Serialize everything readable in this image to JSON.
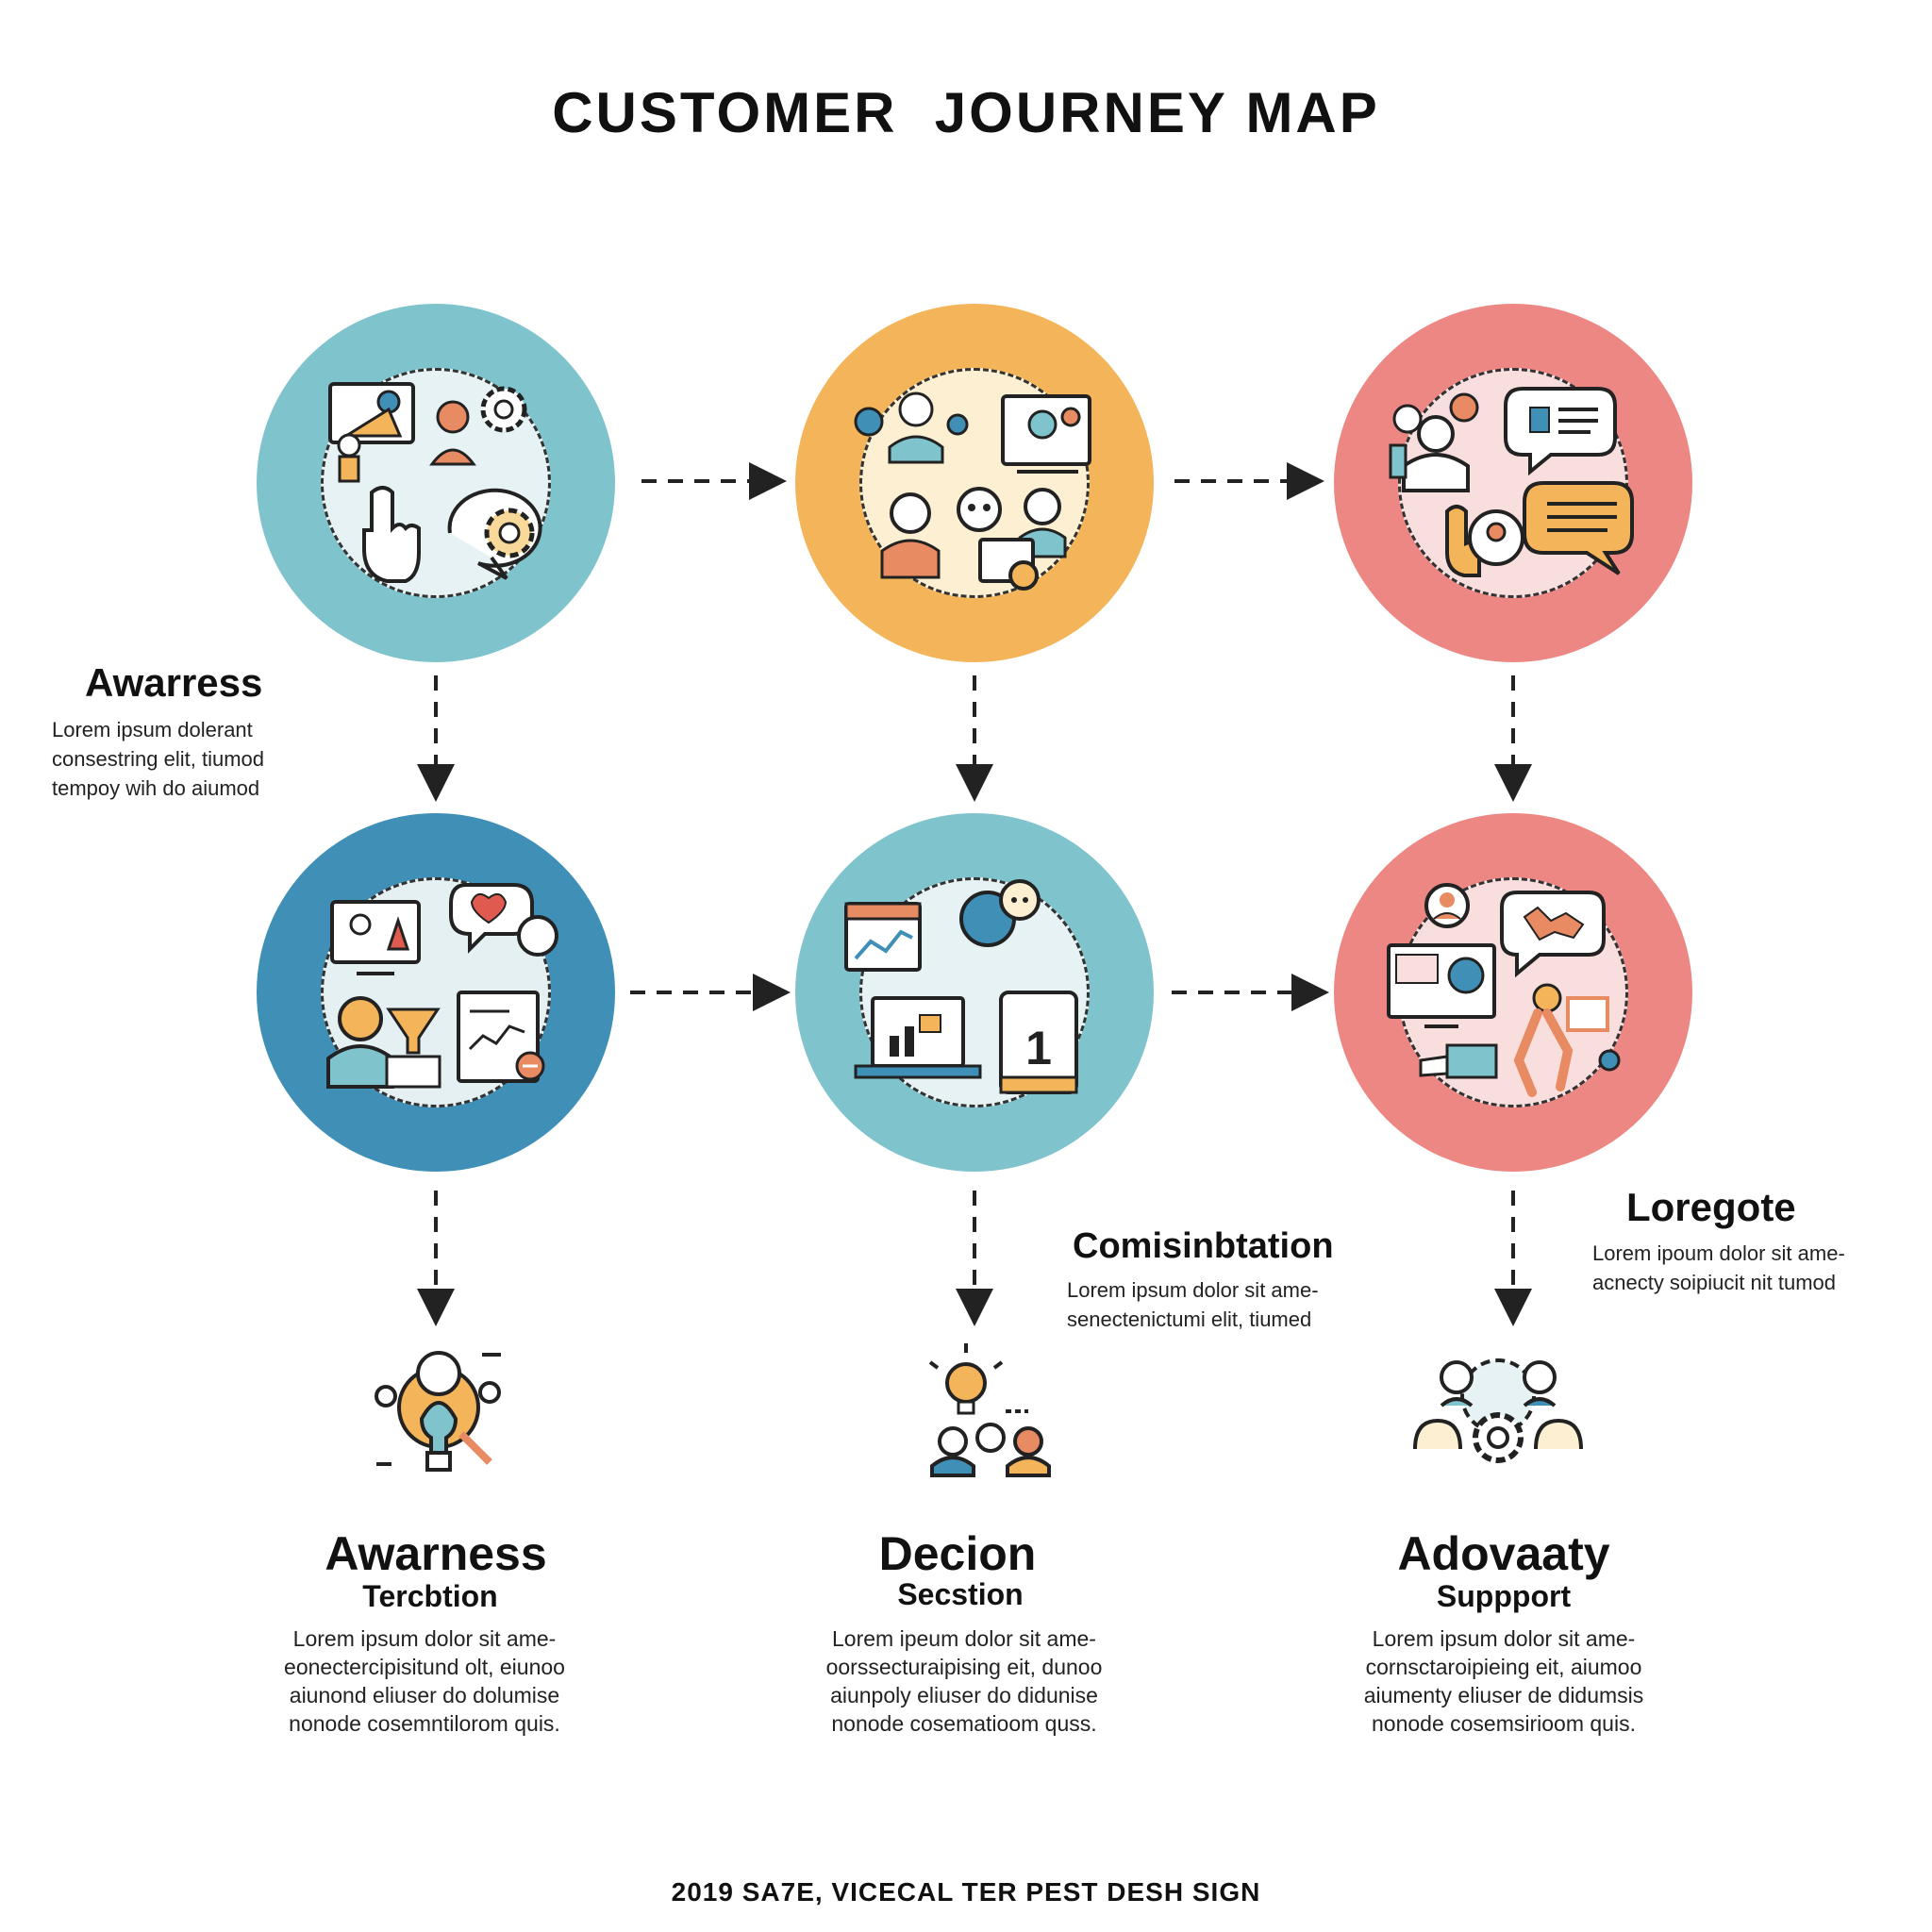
{
  "title": "CUSTOMER  JOURNEY MAP",
  "colors": {
    "teal": "#7fc4cc",
    "orange": "#f3b45a",
    "coral": "#ec8784",
    "blue": "#3f8fb6",
    "line": "#222222"
  },
  "side_labels": [
    {
      "title": "Awarress",
      "desc": "Lorem ipsum dolerant\nconsestring elit, tiumod\ntempoy wih do aiumod"
    },
    {
      "title": "Comisinbtation",
      "desc": "Lorem ipsum dolor sit ame-\nsenectenictumi elit, tiumed"
    },
    {
      "title": "Loregote",
      "desc": "Lorem ipoum dolor sit ame-\nacnecty soipiucit nit tumod"
    }
  ],
  "stages": [
    {
      "title": "Awarness",
      "subtitle": "Tercbtion",
      "desc": "Lorem ipsum dolor sit ame-\neonectercipisitund olt, eiunoo\naiunond eliuser do dolumise\nnonode cosemntilorom quis."
    },
    {
      "title": "Decion",
      "subtitle": "Secstion",
      "desc": "Lorem ipeum dolor sit ame-\noorssecturaipising eit, dunoo\naiunpoly eliuser do didunise\nnonode cosematioom quss."
    },
    {
      "title": "Adovaaty",
      "subtitle": "Suppport",
      "desc": "Lorem ipsum dolor sit ame-\ncornsctaroipieing eit, aiumoo\naiumenty eliuser de didumsis\nnonode cosemsirioom quis."
    }
  ],
  "circle_icons": [
    [
      "monitor-person-icon",
      "woman-gear-icon",
      "pointing-hand-icon",
      "gear-speech-icon"
    ],
    [
      "people-group-icon",
      "video-screen-icon",
      "face-icon",
      "card-icon"
    ],
    [
      "group-icon",
      "chat-bubble-icon",
      "hand-icon",
      "list-bubble-icon"
    ],
    [
      "monitor-icon",
      "heart-bubble-icon",
      "person-funnel-icon",
      "chart-card-icon"
    ],
    [
      "calendar-icon",
      "bubble-icon",
      "laptop-chart-icon",
      "phone-icon"
    ],
    [
      "profile-icon",
      "map-bubble-icon",
      "dashboard-icon",
      "worker-icon"
    ]
  ],
  "stage_icons": [
    "lightbulb-head-icon",
    "idea-team-icon",
    "team-gear-icon"
  ],
  "footer": "2019 SA7E, VICECAL TER PEST DESH SIGN"
}
